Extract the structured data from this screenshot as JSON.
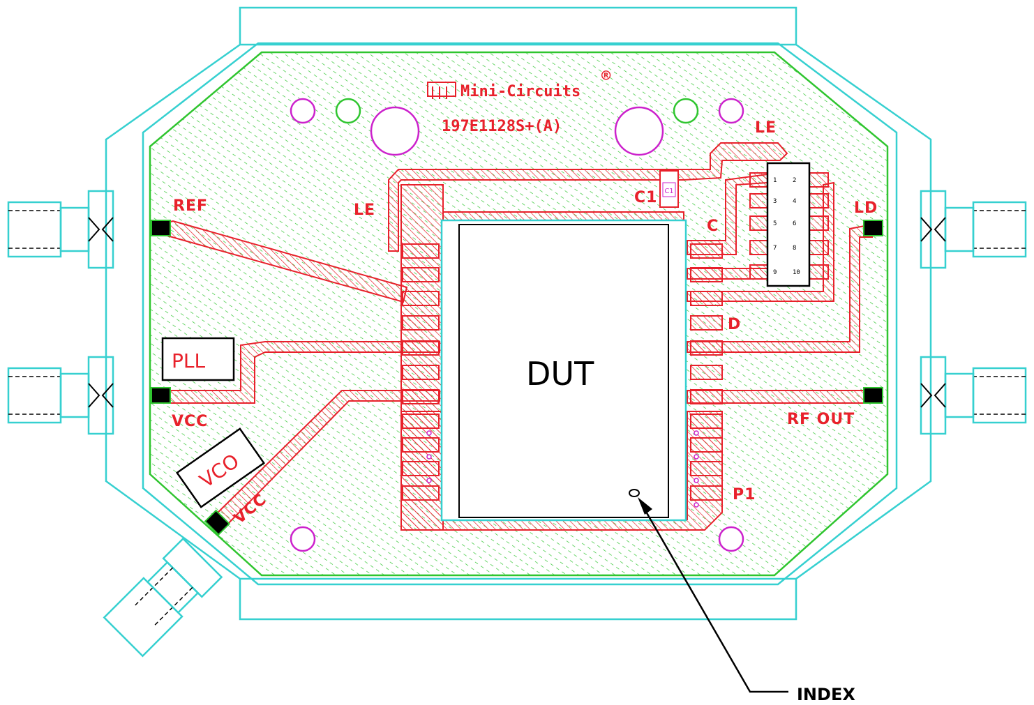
{
  "labels": {
    "brand": "Mini-Circuits",
    "registered": "®",
    "part_number": "197E1128S+(A)",
    "le_top": "LE",
    "le_left": "LE",
    "c1": "C1",
    "c1_small": "C1",
    "ref": "REF",
    "c": "C",
    "ld": "LD",
    "d": "D",
    "pll": "PLL",
    "vcc_left": "VCC",
    "vcc_diag": "VCC",
    "vco": "VCO",
    "rf_out": "RF OUT",
    "p1": "P1",
    "dut": "DUT",
    "index": "INDEX"
  },
  "header_pins": [
    "1",
    "2",
    "3",
    "4",
    "5",
    "6",
    "7",
    "8",
    "9",
    "10"
  ],
  "colors": {
    "board_outline": "#36d0d0",
    "copper_fill": "#2fc52f",
    "trace": "#e8212b",
    "via": "#cc22cc"
  }
}
